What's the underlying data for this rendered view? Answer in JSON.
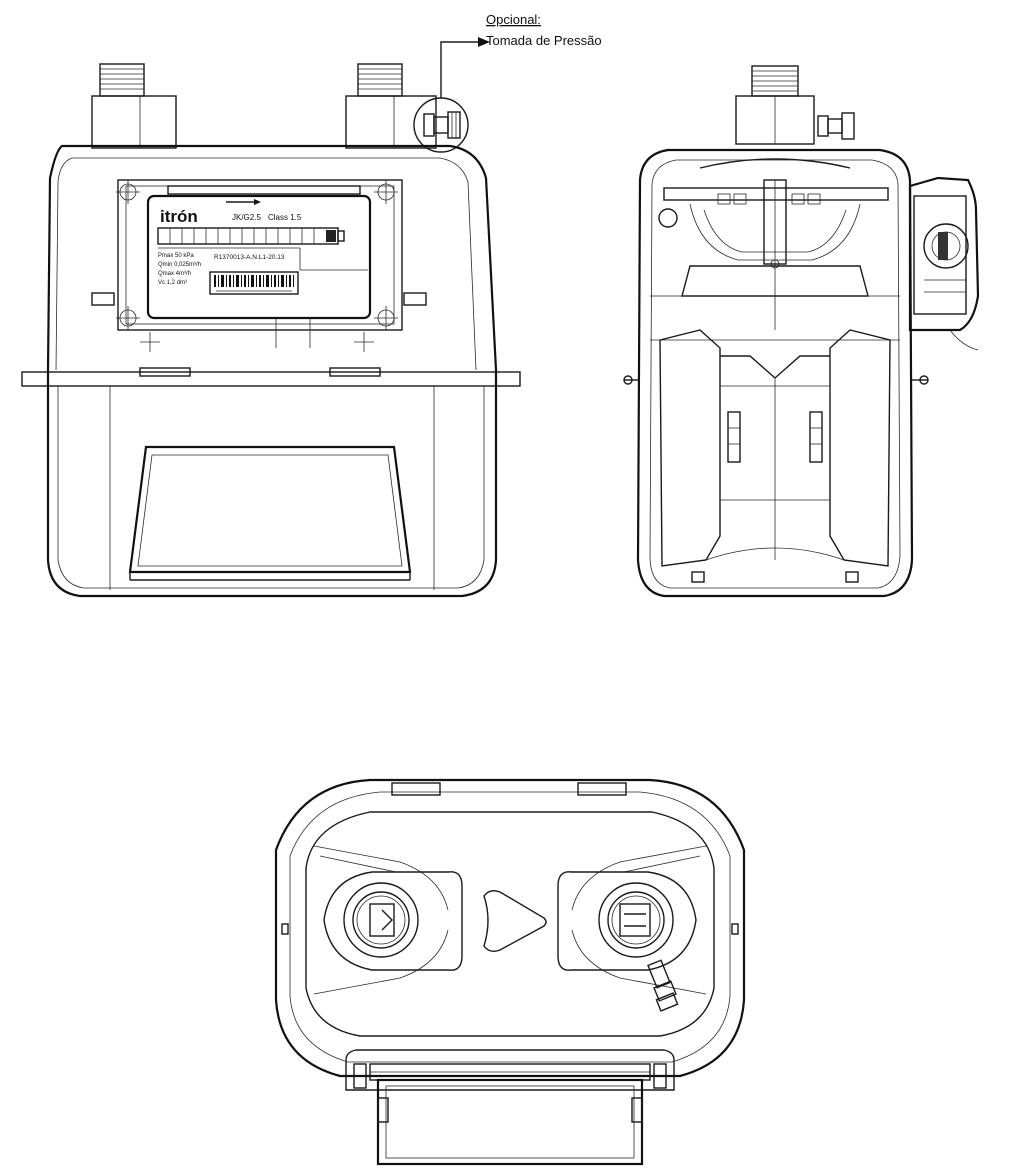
{
  "callout": {
    "optional_label": "Opcional:",
    "pressure_tap_label": "Tomada de Pressão"
  },
  "nameplate": {
    "brand": "itrón",
    "model": "JK/G2.5",
    "class": "Class 1.5",
    "pmax": "Pmax 50 kPa",
    "qmin": "Qmin 0,025m³/h",
    "qmax": "Qmax 4m³/h",
    "vc": "Vc 1,2 dm³",
    "serial": "R1370013-A.N.L1-20.13"
  }
}
